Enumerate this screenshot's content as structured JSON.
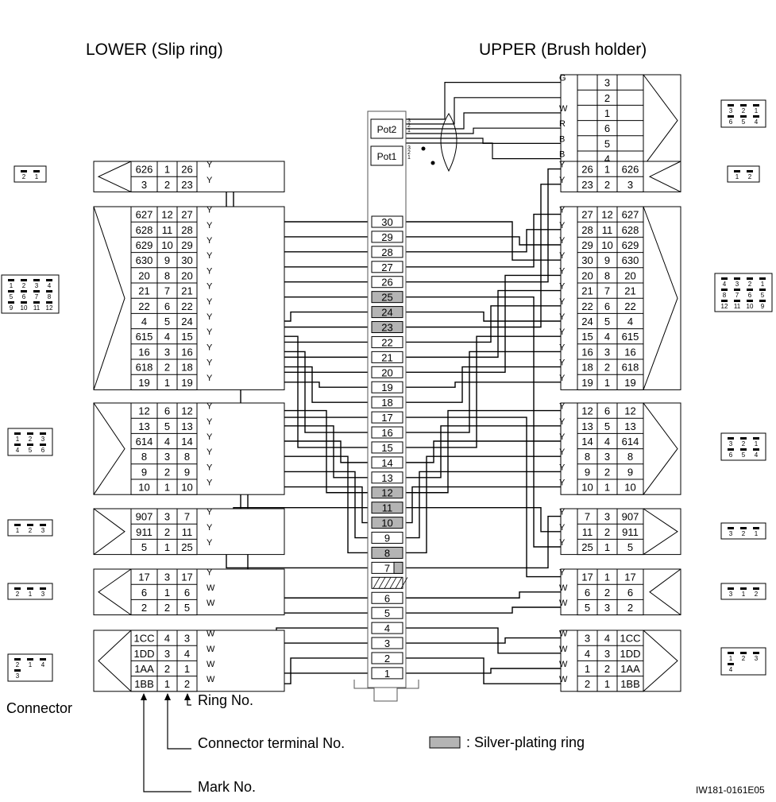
{
  "headers": {
    "lower": "LOWER (Slip ring)",
    "upper": "UPPER (Brush holder)"
  },
  "legend": {
    "connector": "Connector",
    "ring_no": "Ring No.",
    "terminal_no": "Connector terminal No.",
    "mark_no": "Mark No.",
    "silver": ": Silver-plating ring",
    "figure_code": "IW181-0161E05"
  },
  "colors": {
    "silver": "#b4b4b4",
    "line": "#000000"
  },
  "pots": [
    "Pot2",
    "Pot1"
  ],
  "pot_pins": [
    "3",
    "2",
    "1"
  ],
  "rings": [
    {
      "n": "30",
      "silver": false
    },
    {
      "n": "29",
      "silver": false
    },
    {
      "n": "28",
      "silver": false
    },
    {
      "n": "27",
      "silver": false
    },
    {
      "n": "26",
      "silver": false
    },
    {
      "n": "25",
      "silver": true
    },
    {
      "n": "24",
      "silver": true
    },
    {
      "n": "23",
      "silver": true
    },
    {
      "n": "22",
      "silver": false
    },
    {
      "n": "21",
      "silver": false
    },
    {
      "n": "20",
      "silver": false
    },
    {
      "n": "19",
      "silver": false
    },
    {
      "n": "18",
      "silver": false
    },
    {
      "n": "17",
      "silver": false
    },
    {
      "n": "16",
      "silver": false
    },
    {
      "n": "15",
      "silver": false
    },
    {
      "n": "14",
      "silver": false
    },
    {
      "n": "13",
      "silver": false
    },
    {
      "n": "12",
      "silver": true
    },
    {
      "n": "11",
      "silver": true
    },
    {
      "n": "10",
      "silver": true
    },
    {
      "n": "9",
      "silver": false
    },
    {
      "n": "8",
      "silver": true
    },
    {
      "n": "7",
      "silver": "half"
    },
    {
      "n": "",
      "silver": "hatch"
    },
    {
      "n": "6",
      "silver": false
    },
    {
      "n": "5",
      "silver": false
    },
    {
      "n": "4",
      "silver": false
    },
    {
      "n": "3",
      "silver": false
    },
    {
      "n": "2",
      "silver": false
    },
    {
      "n": "1",
      "silver": false
    }
  ],
  "lower_groups": [
    {
      "rows": [
        [
          "626",
          "1",
          "26"
        ],
        [
          "3",
          "2",
          "23"
        ]
      ],
      "wires": [
        "Y",
        "Y"
      ]
    },
    {
      "rows": [
        [
          "627",
          "12",
          "27"
        ],
        [
          "628",
          "11",
          "28"
        ],
        [
          "629",
          "10",
          "29"
        ],
        [
          "630",
          "9",
          "30"
        ],
        [
          "20",
          "8",
          "20"
        ],
        [
          "21",
          "7",
          "21"
        ],
        [
          "22",
          "6",
          "22"
        ],
        [
          "4",
          "5",
          "24"
        ],
        [
          "615",
          "4",
          "15"
        ],
        [
          "16",
          "3",
          "16"
        ],
        [
          "618",
          "2",
          "18"
        ],
        [
          "19",
          "1",
          "19"
        ]
      ],
      "wires": [
        "Y",
        "Y",
        "Y",
        "Y",
        "Y",
        "Y",
        "Y",
        "Y",
        "Y",
        "Y",
        "Y",
        "Y"
      ]
    },
    {
      "rows": [
        [
          "12",
          "6",
          "12"
        ],
        [
          "13",
          "5",
          "13"
        ],
        [
          "614",
          "4",
          "14"
        ],
        [
          "8",
          "3",
          "8"
        ],
        [
          "9",
          "2",
          "9"
        ],
        [
          "10",
          "1",
          "10"
        ]
      ],
      "wires": [
        "Y",
        "Y",
        "Y",
        "Y",
        "Y",
        "Y"
      ]
    },
    {
      "rows": [
        [
          "907",
          "3",
          "7"
        ],
        [
          "911",
          "2",
          "11"
        ],
        [
          "5",
          "1",
          "25"
        ]
      ],
      "wires": [
        "Y",
        "Y",
        "Y"
      ]
    },
    {
      "rows": [
        [
          "17",
          "3",
          "17"
        ],
        [
          "6",
          "1",
          "6"
        ],
        [
          "2",
          "2",
          "5"
        ]
      ],
      "wires": [
        "Y",
        "W",
        "W"
      ]
    },
    {
      "rows": [
        [
          "1CC",
          "4",
          "3"
        ],
        [
          "1DD",
          "3",
          "4"
        ],
        [
          "1AA",
          "2",
          "1"
        ],
        [
          "1BB",
          "1",
          "2"
        ]
      ],
      "wires": [
        "W",
        "W",
        "W",
        "W"
      ]
    }
  ],
  "upper_groups": [
    {
      "rows": [
        [
          "3"
        ],
        [
          "2"
        ],
        [
          "1"
        ],
        [
          "6"
        ],
        [
          "5"
        ],
        [
          "4"
        ]
      ],
      "wires": [
        "G",
        "",
        "W",
        "R",
        "B",
        "B"
      ]
    },
    {
      "rows": [
        [
          "26",
          "1",
          "626"
        ],
        [
          "23",
          "2",
          "3"
        ]
      ],
      "wires": [
        "Y",
        "Y"
      ]
    },
    {
      "rows": [
        [
          "27",
          "12",
          "627"
        ],
        [
          "28",
          "11",
          "628"
        ],
        [
          "29",
          "10",
          "629"
        ],
        [
          "30",
          "9",
          "630"
        ],
        [
          "20",
          "8",
          "20"
        ],
        [
          "21",
          "7",
          "21"
        ],
        [
          "22",
          "6",
          "22"
        ],
        [
          "24",
          "5",
          "4"
        ],
        [
          "15",
          "4",
          "615"
        ],
        [
          "16",
          "3",
          "16"
        ],
        [
          "18",
          "2",
          "618"
        ],
        [
          "19",
          "1",
          "19"
        ]
      ],
      "wires": [
        "Y",
        "Y",
        "Y",
        "Y",
        "Y",
        "Y",
        "Y",
        "Y",
        "Y",
        "Y",
        "Y",
        "Y"
      ]
    },
    {
      "rows": [
        [
          "12",
          "6",
          "12"
        ],
        [
          "13",
          "5",
          "13"
        ],
        [
          "14",
          "4",
          "614"
        ],
        [
          "8",
          "3",
          "8"
        ],
        [
          "9",
          "2",
          "9"
        ],
        [
          "10",
          "1",
          "10"
        ]
      ],
      "wires": [
        "Y",
        "Y",
        "Y",
        "Y",
        "Y",
        "Y"
      ]
    },
    {
      "rows": [
        [
          "7",
          "3",
          "907"
        ],
        [
          "11",
          "2",
          "911"
        ],
        [
          "25",
          "1",
          "5"
        ]
      ],
      "wires": [
        "Y",
        "Y",
        "Y"
      ]
    },
    {
      "rows": [
        [
          "17",
          "1",
          "17"
        ],
        [
          "6",
          "2",
          "6"
        ],
        [
          "5",
          "3",
          "2"
        ]
      ],
      "wires": [
        "Y",
        "W",
        "W"
      ]
    },
    {
      "rows": [
        [
          "3",
          "4",
          "1CC"
        ],
        [
          "4",
          "3",
          "1DD"
        ],
        [
          "1",
          "2",
          "1AA"
        ],
        [
          "2",
          "1",
          "1BB"
        ]
      ],
      "wires": [
        "W",
        "W",
        "W",
        "W"
      ]
    }
  ],
  "left_connector_pins": [
    [
      "2",
      "1"
    ],
    [
      "1",
      "2",
      "3",
      "4",
      "5",
      "6",
      "7",
      "8",
      "9",
      "10",
      "11",
      "12"
    ],
    [
      "1",
      "2",
      "3",
      "4",
      "5",
      "6"
    ],
    [
      "1",
      "2",
      "3"
    ],
    [
      "2",
      "1",
      "3"
    ],
    [
      "2",
      "1",
      "4",
      "3"
    ]
  ],
  "right_connector_pins": [
    [
      "3",
      "2",
      "1",
      "6",
      "5",
      "4"
    ],
    [
      "1",
      "2"
    ],
    [
      "4",
      "3",
      "2",
      "1",
      "8",
      "7",
      "6",
      "5",
      "12",
      "11",
      "10",
      "9"
    ],
    [
      "3",
      "2",
      "1",
      "6",
      "5",
      "4"
    ],
    [
      "3",
      "2",
      "1"
    ],
    [
      "3",
      "1",
      "2"
    ],
    [
      "1",
      "2",
      "3",
      "4"
    ]
  ]
}
